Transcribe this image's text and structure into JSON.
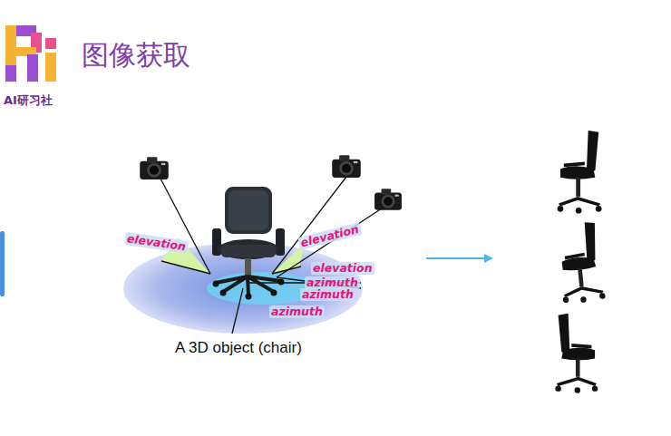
{
  "diagram": {
    "title": "图像获取",
    "labels": [
      "AI研习社",
      "elevation",
      "elevation",
      "elevation",
      "azimuth",
      "azimuth",
      "azimuth",
      "A 3D object (chair)"
    ]
  }
}
